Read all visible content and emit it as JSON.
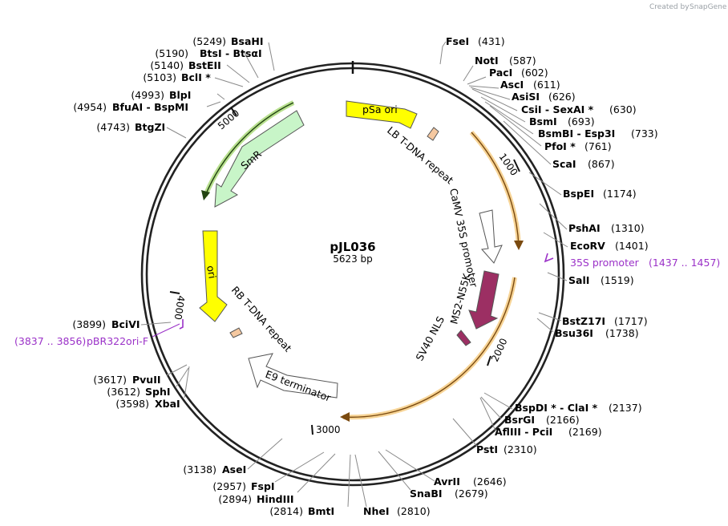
{
  "credit": {
    "prefix": "Created by",
    "app": "SnapGene"
  },
  "plasmid": {
    "name": "pJL036",
    "size": "5623 bp"
  },
  "ticks": {
    "t1000": "1000",
    "t2000": "2000",
    "t3000": "3000",
    "t4000": "4000",
    "t5000": "5000"
  },
  "features": {
    "psa_ori": "pSa ori",
    "lb": "LB T-DNA repeat",
    "camv": "CaMV 35S promoter",
    "ms2": "MS2-N55K",
    "sv40": "SV40 NLS",
    "e9": "E9 terminator",
    "rb": "RB T-DNA repeat",
    "ori": "ori",
    "smr": "SmR"
  },
  "sites": {
    "fsei": {
      "name": "FseI",
      "pos": "(431)"
    },
    "noti": {
      "name": "NotI",
      "pos": "(587)"
    },
    "paci": {
      "name": "PacI",
      "pos": "(602)"
    },
    "asci": {
      "name": "AscI",
      "pos": "(611)"
    },
    "asisi": {
      "name": "AsiSI",
      "pos": "(626)"
    },
    "csii": {
      "name": "CsiI  - SexAI *",
      "pos": "(630)"
    },
    "bsmi": {
      "name": "BsmI",
      "pos": "(693)"
    },
    "bsmbi": {
      "name": "BsmBI  - Esp3I",
      "pos": "(733)"
    },
    "pfoi": {
      "name": "PfoI *",
      "pos": "(761)"
    },
    "scai": {
      "name": "ScaI",
      "pos": "(867)"
    },
    "bspei": {
      "name": "BspEI",
      "pos": "(1174)"
    },
    "pshai": {
      "name": "PshAI",
      "pos": "(1310)"
    },
    "ecorv": {
      "name": "EcoRV",
      "pos": "(1401)"
    },
    "sali": {
      "name": "SalI",
      "pos": "(1519)"
    },
    "bstz17i": {
      "name": "BstZ17I",
      "pos": "(1717)"
    },
    "bsu36i": {
      "name": "Bsu36I",
      "pos": "(1738)"
    },
    "bspdi": {
      "name": "BspDI *  - ClaI *",
      "pos": "(2137)"
    },
    "bsrgi": {
      "name": "BsrGI",
      "pos": "(2166)"
    },
    "afliii": {
      "name": "AflIII  - PciI",
      "pos": "(2169)"
    },
    "psti": {
      "name": "PstI",
      "pos": "(2310)"
    },
    "avrii": {
      "name": "AvrII",
      "pos": "(2646)"
    },
    "snabi": {
      "name": "SnaBI",
      "pos": "(2679)"
    },
    "nhei": {
      "name": "NheI",
      "pos": "(2810)"
    },
    "bmti": {
      "name": "BmtI",
      "pos": "(2814)"
    },
    "hindiii": {
      "name": "HindIII",
      "pos": "(2894)"
    },
    "fspi": {
      "name": "FspI",
      "pos": "(2957)"
    },
    "asei": {
      "name": "AseI",
      "pos": "(3138)"
    },
    "xbai": {
      "name": "XbaI",
      "pos": "(3598)"
    },
    "sphi": {
      "name": "SphI",
      "pos": "(3612)"
    },
    "pvuii": {
      "name": "PvuII",
      "pos": "(3617)"
    },
    "bclvi": {
      "name": "BciVI",
      "pos": "(3899)"
    },
    "btgzi": {
      "name": "BtgZI",
      "pos": "(4743)"
    },
    "bfuai": {
      "name": "BfuAI  - BspMI",
      "pos": "(4954)"
    },
    "blpi": {
      "name": "BlpI",
      "pos": "(4993)"
    },
    "bcli": {
      "name": "BclI *",
      "pos": "(5103)"
    },
    "bsteii": {
      "name": "BstEII",
      "pos": "(5140)"
    },
    "btsi": {
      "name": "BtsI  - BtsαI",
      "pos": "(5190)"
    },
    "bsahi": {
      "name": "BsaHI",
      "pos": "(5249)"
    }
  },
  "primers": {
    "p35s": {
      "name": "35S promoter",
      "range": "(1437 .. 1457)"
    },
    "pbr": {
      "name": "pBR322ori-F",
      "range": "(3837 .. 3856)"
    }
  },
  "colors": {
    "ori_yellow": "#ffff00",
    "smr_green": "#c8f5c8",
    "ms2_purple": "#9c2f63",
    "lb_tan": "#f5c8a0",
    "orf_orange": "#f0b040",
    "primer_violet": "#9b32c8"
  }
}
